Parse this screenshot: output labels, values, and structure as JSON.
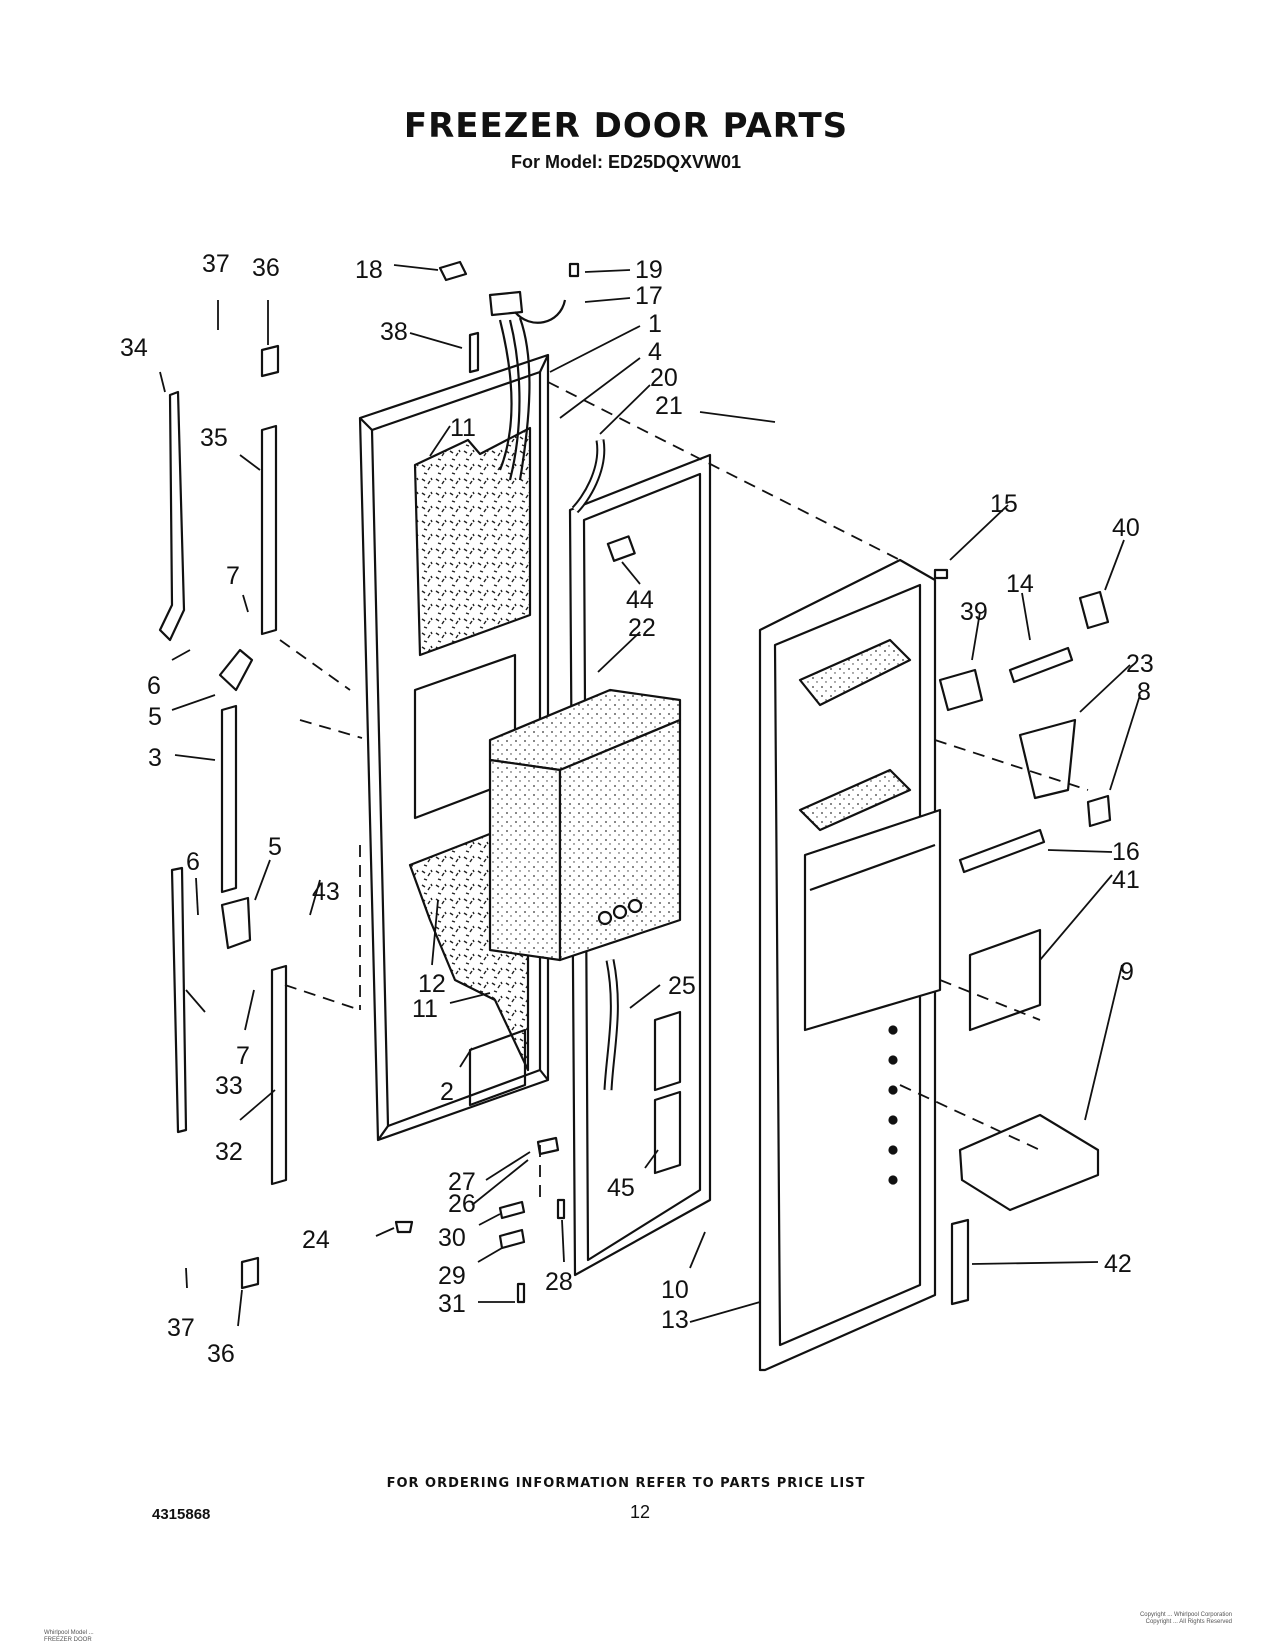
{
  "title": "FREEZER DOOR PARTS",
  "subtitle": "For Model: ED25DQXVW01",
  "footer_note": "FOR ORDERING INFORMATION REFER TO PARTS PRICE LIST",
  "doc_number": "4315868",
  "page_number": "12",
  "fine_print_left": [
    "Whirlpool Model ...",
    "FREEZER DOOR"
  ],
  "fine_print_right": [
    "Copyright ... Whirlpool Corporation",
    "Copyright ... All Rights Reserved"
  ],
  "callouts": [
    "37",
    "36",
    "34",
    "35",
    "7",
    "6",
    "5",
    "3",
    "6",
    "5",
    "43",
    "33",
    "7",
    "32",
    "37",
    "36",
    "18",
    "38",
    "19",
    "17",
    "1",
    "4",
    "20",
    "21",
    "11",
    "44",
    "22",
    "12",
    "11",
    "25",
    "2",
    "27",
    "26",
    "24",
    "30",
    "29",
    "28",
    "31",
    "45",
    "10",
    "13",
    "15",
    "40",
    "14",
    "39",
    "23",
    "8",
    "16",
    "41",
    "9",
    "42"
  ]
}
